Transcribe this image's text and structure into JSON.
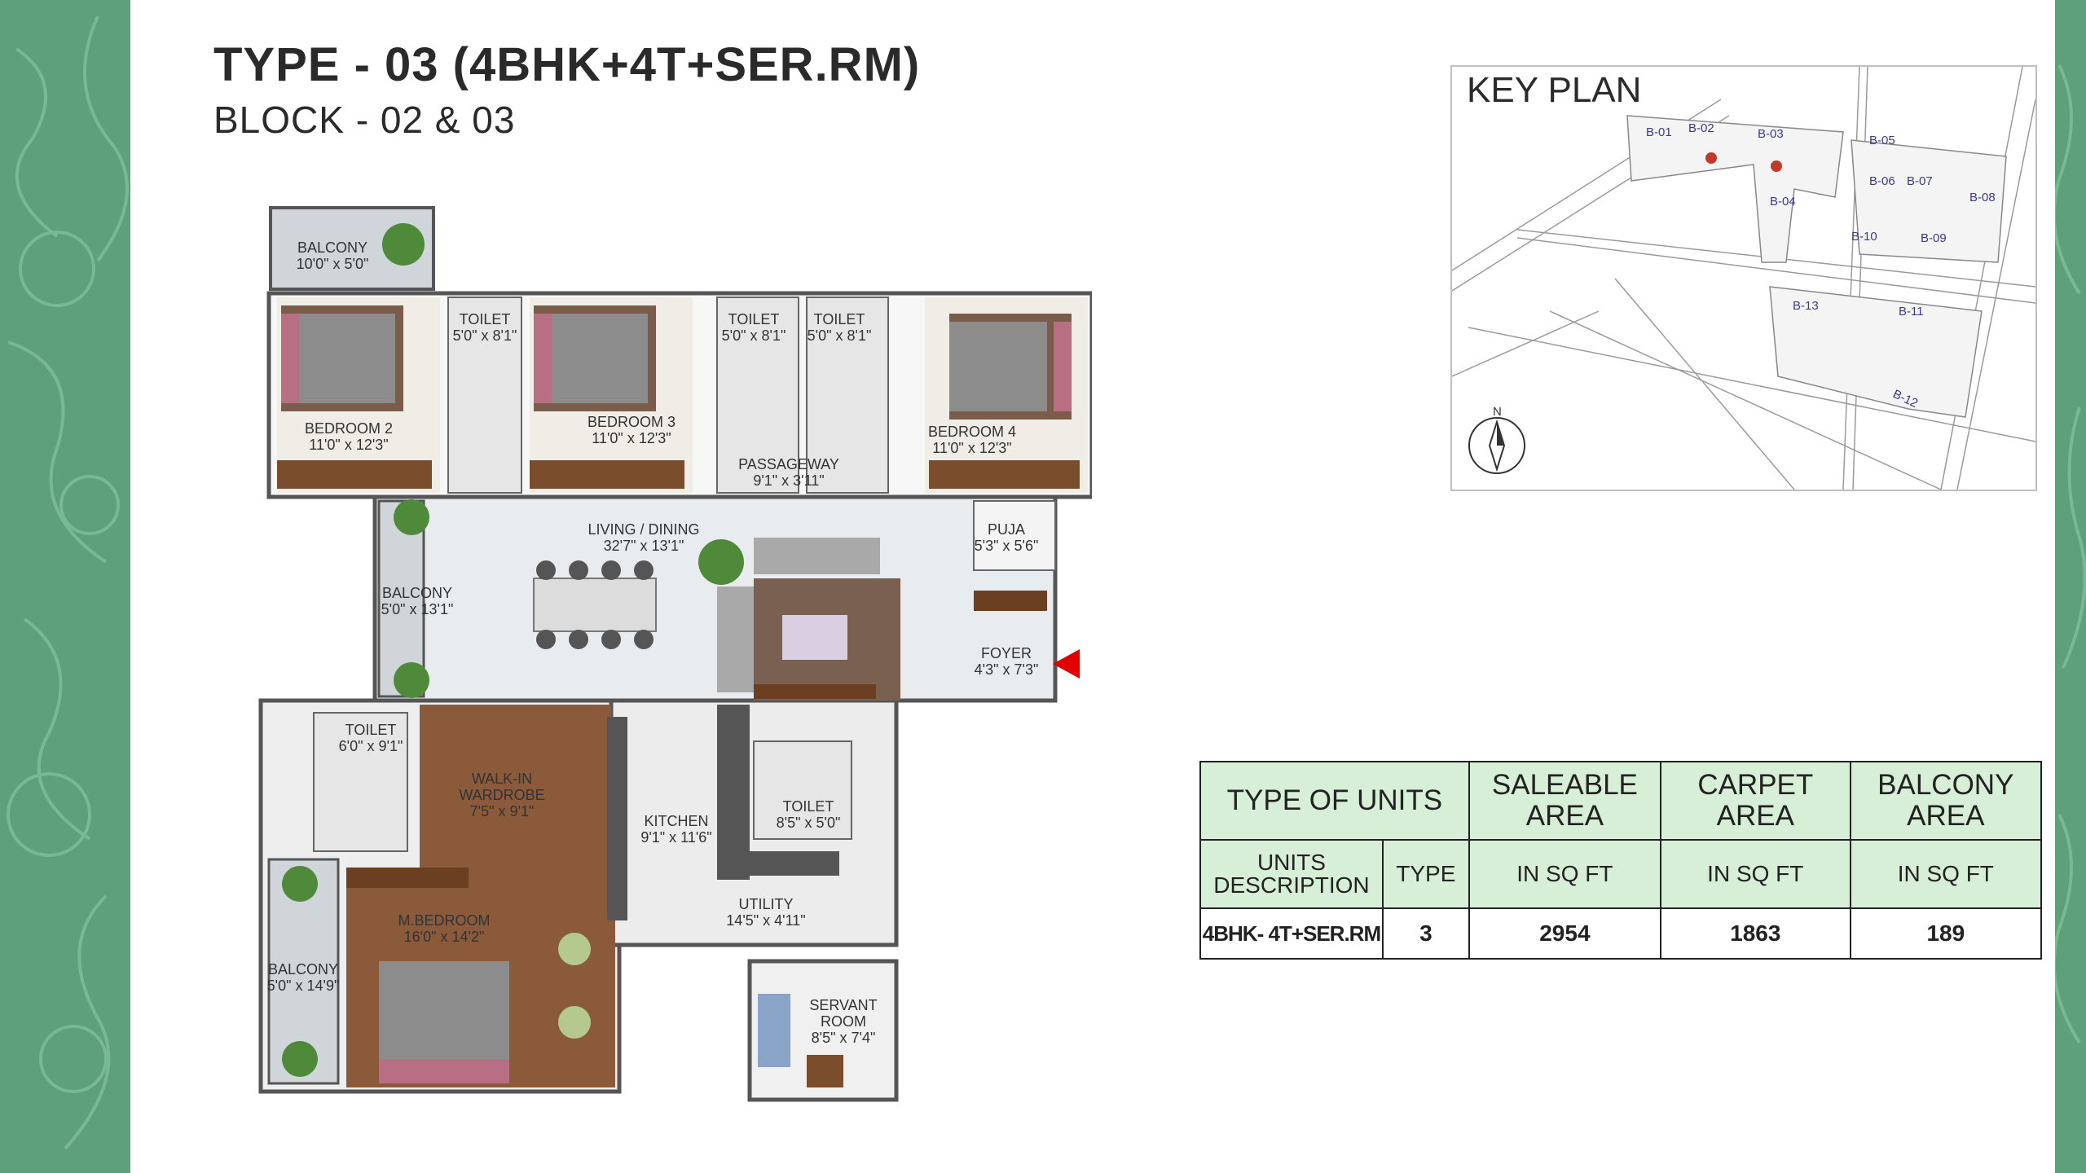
{
  "header": {
    "title": "TYPE - 03 (4BHK+4T+SER.RM)",
    "subtitle": "BLOCK - 02 & 03"
  },
  "key_plan": {
    "title": "KEY PLAN",
    "north": "N",
    "blocks": [
      "B-01",
      "B-02",
      "B-03",
      "B-04",
      "B-05",
      "B-06",
      "B-07",
      "B-08",
      "B-09",
      "B-10",
      "B-11",
      "B-12",
      "B-13"
    ],
    "highlight_color": "#c0392b"
  },
  "rooms": {
    "balcony_top": {
      "name": "BALCONY",
      "dim": "10'0\" x 5'0\""
    },
    "toilet_1": {
      "name": "TOILET",
      "dim": "5'0\" x 8'1\""
    },
    "toilet_2": {
      "name": "TOILET",
      "dim": "5'0\" x 8'1\""
    },
    "toilet_3": {
      "name": "TOILET",
      "dim": "5'0\" x 8'1\""
    },
    "bedroom_2": {
      "name": "BEDROOM 2",
      "dim": "11'0\" x 12'3\""
    },
    "bedroom_3": {
      "name": "BEDROOM 3",
      "dim": "11'0\" x 12'3\""
    },
    "bedroom_4": {
      "name": "BEDROOM 4",
      "dim": "11'0\" x 12'3\""
    },
    "passageway": {
      "name": "PASSAGEWAY",
      "dim": "9'1\" x 3'11\""
    },
    "living": {
      "name": "LIVING / DINING",
      "dim": "32'7\" x 13'1\""
    },
    "puja": {
      "name": "PUJA",
      "dim": "5'3\" x 5'6\""
    },
    "balcony_left": {
      "name": "BALCONY",
      "dim": "5'0\" x 13'1\""
    },
    "foyer": {
      "name": "FOYER",
      "dim": "4'3\" x 7'3\""
    },
    "toilet_master": {
      "name": "TOILET",
      "dim": "6'0\" x 9'1\""
    },
    "wardrobe": {
      "name": "WALK-IN",
      "name2": "WARDROBE",
      "dim": "7'5\" x 9'1\""
    },
    "kitchen": {
      "name": "KITCHEN",
      "dim": "9'1\" x 11'6\""
    },
    "toilet_4": {
      "name": "TOILET",
      "dim": "8'5\" x 5'0\""
    },
    "master": {
      "name": "M.BEDROOM",
      "dim": "16'0\" x 14'2\""
    },
    "utility": {
      "name": "UTILITY",
      "dim": "14'5\" x 4'11\""
    },
    "balcony_master": {
      "name": "BALCONY",
      "dim": "5'0\" x 14'9\""
    },
    "servant": {
      "name": "SERVANT",
      "name2": "ROOM",
      "dim": "8'5\" x 7'4\""
    }
  },
  "table": {
    "headers": {
      "type_of_units": "TYPE OF UNITS",
      "saleable": "SALEABLE AREA",
      "carpet": "CARPET AREA",
      "balcony": "BALCONY AREA"
    },
    "sub": {
      "units_description": "UNITS DESCRIPTION",
      "type": "TYPE",
      "unit_sqft": "IN SQ FT"
    },
    "row": {
      "description": "4BHK- 4T+SER.RM",
      "type": "3",
      "saleable": "2954",
      "carpet": "1863",
      "balcony": "189"
    }
  },
  "colors": {
    "border_green": "#5ea07a",
    "header_green": "#d6efd6",
    "entry_arrow": "#e00000"
  }
}
